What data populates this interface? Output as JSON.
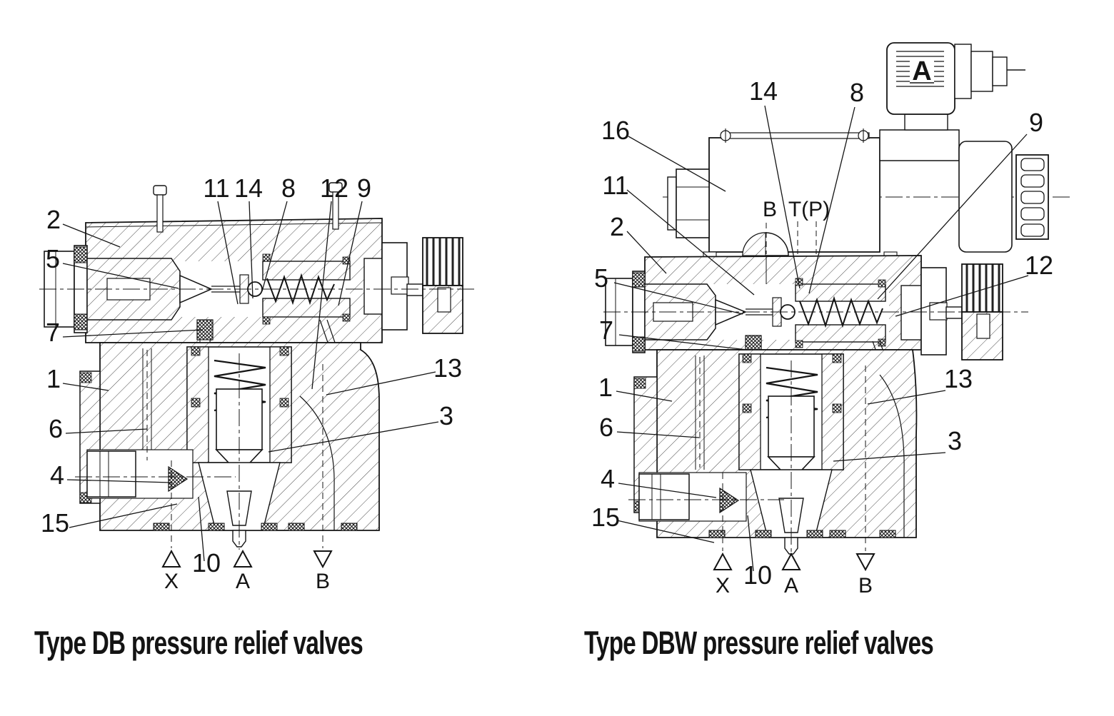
{
  "figure": {
    "background": "#ffffff",
    "line_color": "#141414"
  },
  "diagrams": [
    {
      "name": "db",
      "caption": "Type DB pressure relief valves",
      "callouts": {
        "c1": "1",
        "c2": "2",
        "c3": "3",
        "c4": "4",
        "c5": "5",
        "c6": "6",
        "c7": "7",
        "c8": "8",
        "c9": "9",
        "c10": "10",
        "c11": "11",
        "c12": "12",
        "c13": "13",
        "c14": "14",
        "c15": "15"
      },
      "ports": {
        "x": "X",
        "a": "A",
        "b": "B"
      }
    },
    {
      "name": "dbw",
      "caption": "Type DBW pressure relief valves",
      "callouts": {
        "c1": "1",
        "c2": "2",
        "c3": "3",
        "c4": "4",
        "c5": "5",
        "c6": "6",
        "c7": "7",
        "c8": "8",
        "c9": "9",
        "c10": "10",
        "c11": "11",
        "c12": "12",
        "c13": "13",
        "c14": "14",
        "c15": "15",
        "c16": "16"
      },
      "labels": {
        "solenoid_connector": "A",
        "port_note_b": "B",
        "port_note_tp": "T(P)"
      },
      "ports": {
        "x": "X",
        "a": "A",
        "b": "B"
      }
    }
  ]
}
